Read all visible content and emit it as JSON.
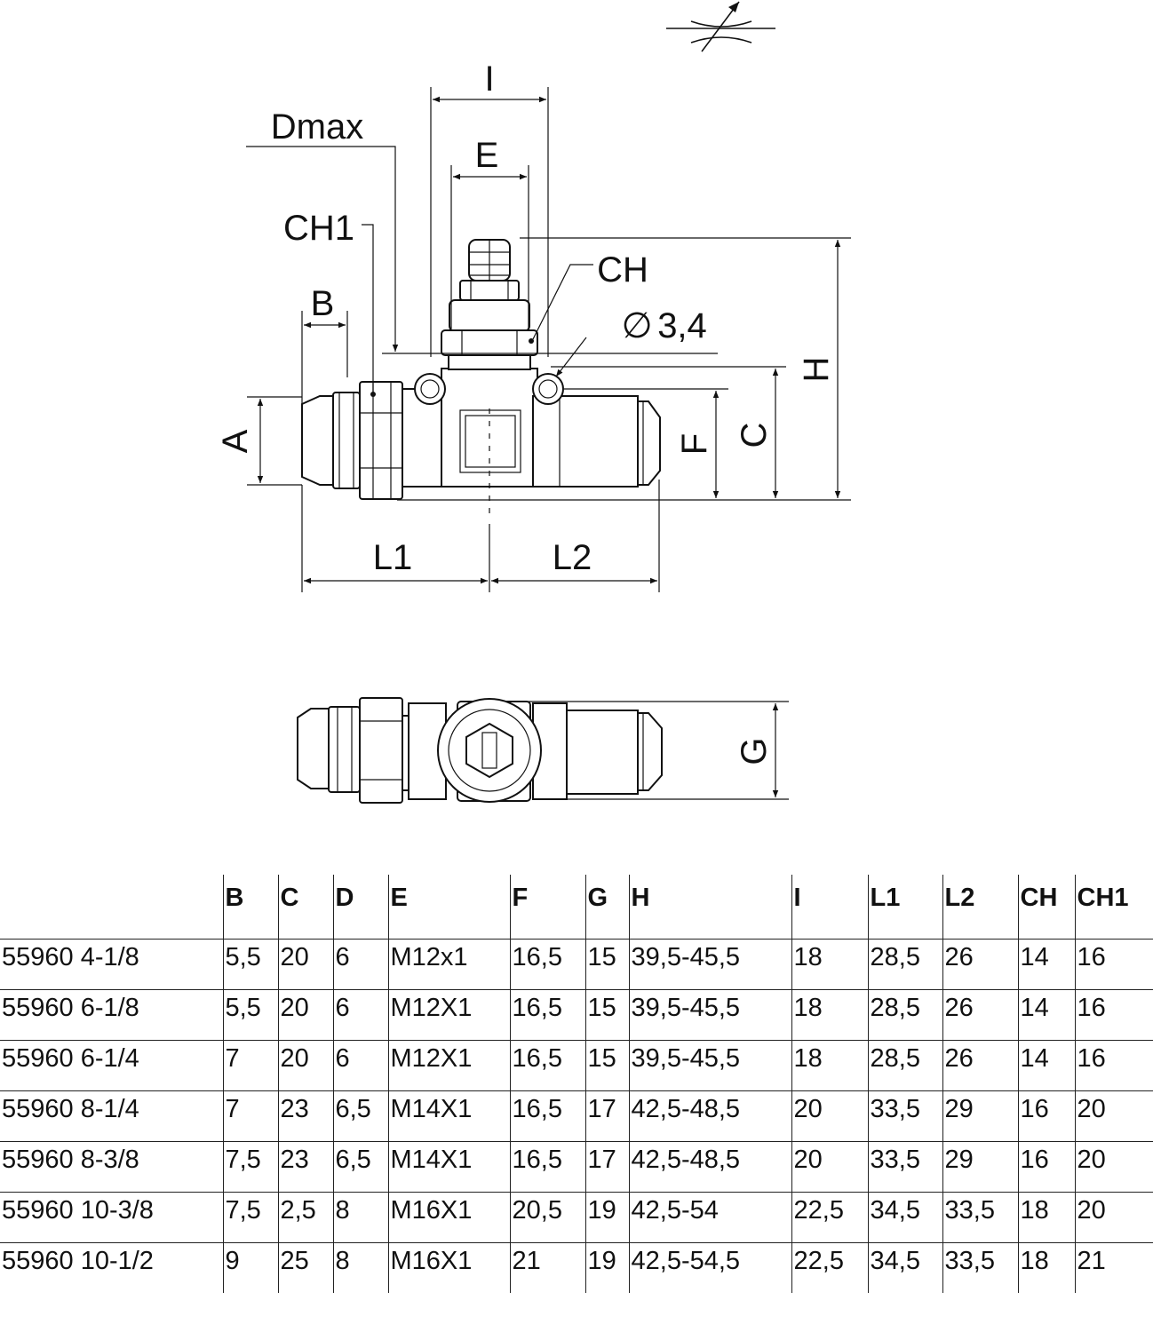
{
  "drawing": {
    "labels": {
      "i": "I",
      "dmax": "Dmax",
      "e": "E",
      "ch1": "CH1",
      "ch": "CH",
      "b": "B",
      "dia": "∅",
      "dia_value": "3,4",
      "a": "A",
      "f": "F",
      "c": "C",
      "h": "H",
      "l1": "L1",
      "l2": "L2",
      "g": "G"
    }
  },
  "table": {
    "headers": [
      "",
      "B",
      "C",
      "D",
      "E",
      "F",
      "G",
      "H",
      "I",
      "L1",
      "L2",
      "CH",
      "CH1"
    ],
    "rows": [
      [
        "55960 4-1/8",
        "5,5",
        "20",
        "6",
        "M12x1",
        "16,5",
        "15",
        "39,5-45,5",
        "18",
        "28,5",
        "26",
        "14",
        "16"
      ],
      [
        "55960 6-1/8",
        "5,5",
        "20",
        "6",
        "M12X1",
        "16,5",
        "15",
        "39,5-45,5",
        "18",
        "28,5",
        "26",
        "14",
        "16"
      ],
      [
        "55960 6-1/4",
        "7",
        "20",
        "6",
        "M12X1",
        "16,5",
        "15",
        "39,5-45,5",
        "18",
        "28,5",
        "26",
        "14",
        "16"
      ],
      [
        "55960 8-1/4",
        "7",
        "23",
        "6,5",
        "M14X1",
        "16,5",
        "17",
        "42,5-48,5",
        "20",
        "33,5",
        "29",
        "16",
        "20"
      ],
      [
        "55960 8-3/8",
        "7,5",
        "23",
        "6,5",
        "M14X1",
        "16,5",
        "17",
        "42,5-48,5",
        "20",
        "33,5",
        "29",
        "16",
        "20"
      ],
      [
        "55960 10-3/8",
        "7,5",
        "2,5",
        "8",
        "M16X1",
        "20,5",
        "19",
        "42,5-54",
        "22,5",
        "34,5",
        "33,5",
        "18",
        "20"
      ],
      [
        "55960 10-1/2",
        "9",
        "25",
        "8",
        "M16X1",
        "21",
        "19",
        "42,5-54,5",
        "22,5",
        "34,5",
        "33,5",
        "18",
        "21"
      ]
    ]
  }
}
